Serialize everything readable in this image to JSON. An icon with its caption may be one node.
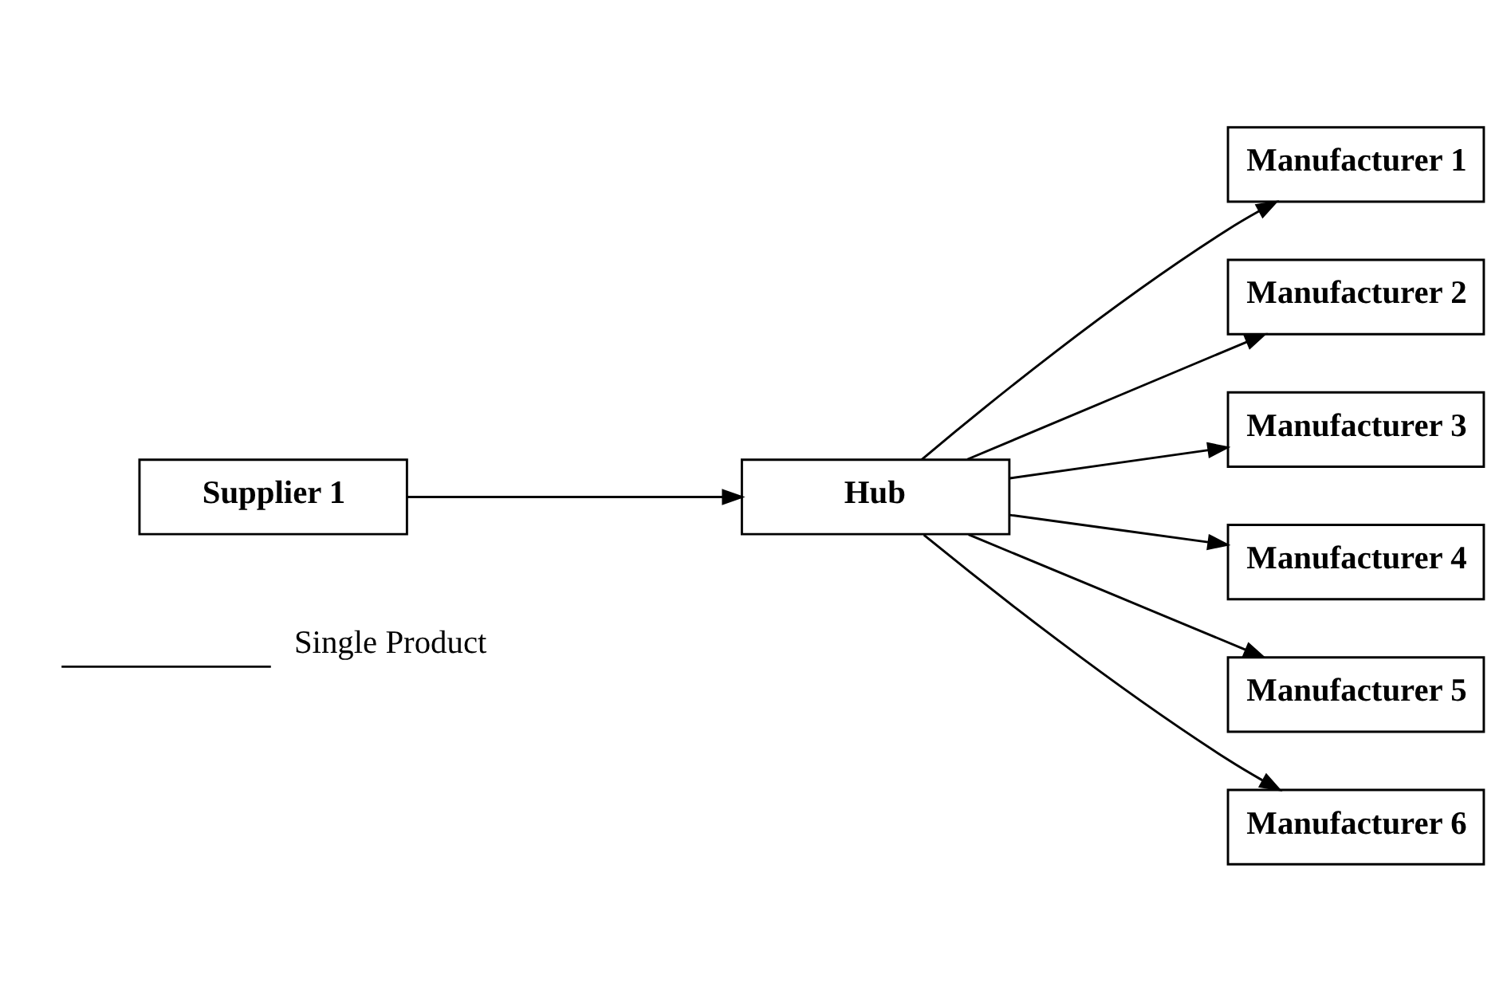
{
  "diagram": {
    "nodes": [
      {
        "text": [
          "Supplier 1"
        ]
      },
      {
        "text": [
          "Hub"
        ]
      },
      {
        "text": [
          "Manufacturer 1"
        ]
      },
      {
        "text": [
          "Manufacturer 2"
        ]
      },
      {
        "text": [
          "Manufacturer 3"
        ]
      },
      {
        "text": [
          "Manufacturer 4"
        ]
      },
      {
        "text": [
          "Manufacturer 5"
        ]
      },
      {
        "text": [
          "Manufacturer 6"
        ]
      }
    ],
    "edges": [
      {
        "from": 0,
        "to": 1,
        "arrow": "to"
      },
      {
        "from": 1,
        "to": 2,
        "arrow": "to"
      },
      {
        "from": 1,
        "to": 3,
        "arrow": "to"
      },
      {
        "from": 1,
        "to": 4,
        "arrow": "to"
      },
      {
        "from": 1,
        "to": 5,
        "arrow": "to"
      },
      {
        "from": 1,
        "to": 6,
        "arrow": "to"
      },
      {
        "from": 1,
        "to": 7,
        "arrow": "to"
      }
    ],
    "legend": [
      {
        "text": "Single Product"
      }
    ]
  }
}
